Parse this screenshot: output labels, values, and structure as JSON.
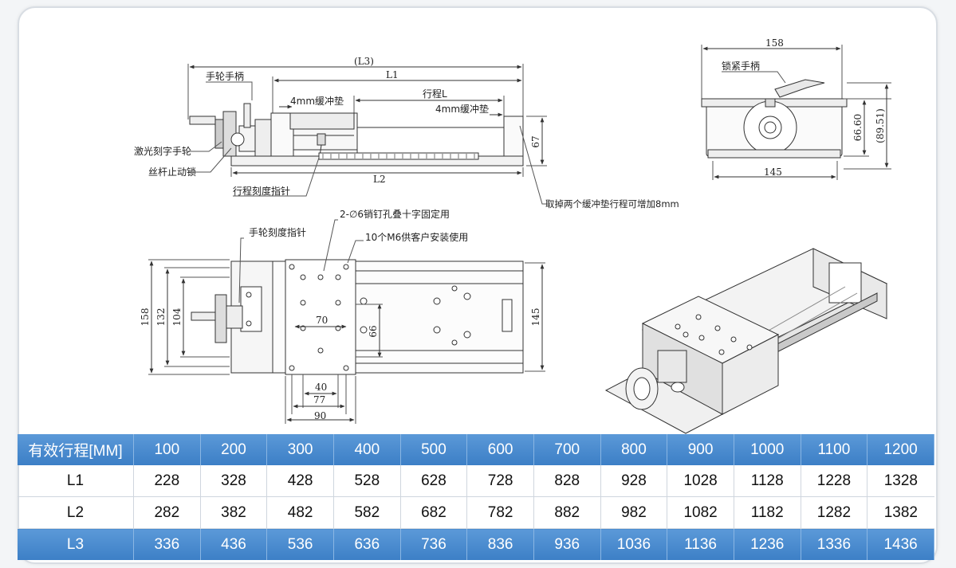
{
  "top_view": {
    "label_L3": "(L3)",
    "label_L1": "L1",
    "label_handwheel": "手轮手柄",
    "label_buffer_left": "4mm缓冲垫",
    "label_stroke": "行程L",
    "label_buffer_right": "4mm缓冲垫",
    "label_laser_wheel": "激光刻字手轮",
    "label_screw_lock": "丝杆止动锁",
    "label_L2": "L2",
    "label_67": "67",
    "label_pointer": "行程刻度指针",
    "label_remove_note": "取掉两个缓冲垫行程可增加8mm"
  },
  "end_view": {
    "label_158": "158",
    "label_lock_handle": "锁紧手柄",
    "label_6660": "66.60",
    "label_8951": "(89.51)",
    "label_145": "145"
  },
  "plan_view": {
    "label_pin_holes": "2-∅6销钉孔叠十字固定用",
    "label_m6": "10个M6供客户安装使用",
    "label_wheel_pointer": "手轮刻度指针",
    "label_158": "158",
    "label_132": "132",
    "label_104": "104",
    "label_70": "70",
    "label_66": "66",
    "label_145": "145",
    "label_40": "40",
    "label_77": "77",
    "label_90": "90"
  },
  "table": {
    "header": [
      "有效行程[MM]",
      "100",
      "200",
      "300",
      "400",
      "500",
      "600",
      "700",
      "800",
      "900",
      "1000",
      "1100",
      "1200"
    ],
    "rows": [
      [
        "L1",
        "228",
        "328",
        "428",
        "528",
        "628",
        "728",
        "828",
        "928",
        "1028",
        "1128",
        "1228",
        "1328"
      ],
      [
        "L2",
        "282",
        "382",
        "482",
        "582",
        "682",
        "782",
        "882",
        "982",
        "1082",
        "1182",
        "1282",
        "1382"
      ],
      [
        "L3",
        "336",
        "436",
        "536",
        "636",
        "736",
        "836",
        "936",
        "1036",
        "1136",
        "1236",
        "1336",
        "1436"
      ]
    ],
    "colors": {
      "header_blue": "#4a8bcf",
      "text_white": "#ffffff"
    }
  }
}
